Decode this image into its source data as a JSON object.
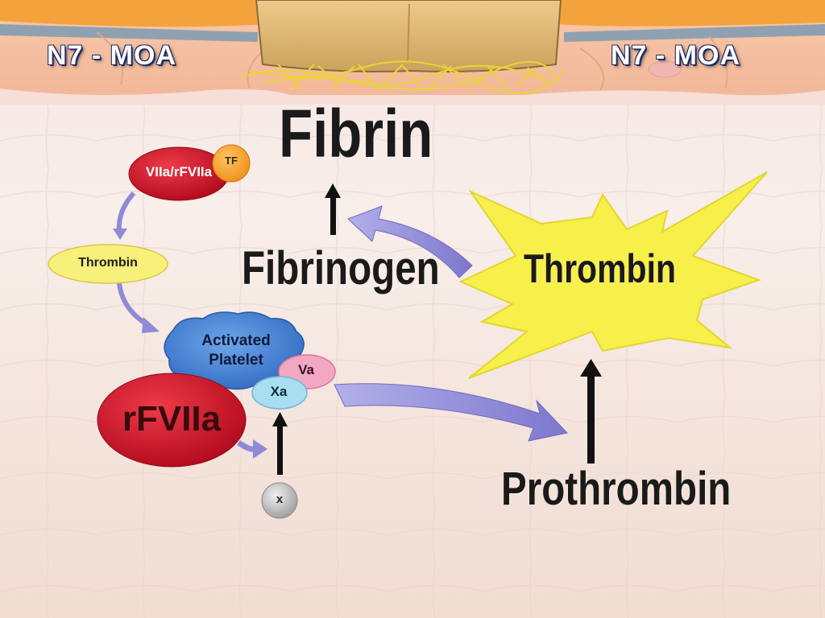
{
  "slide": {
    "title_left": "N7 - MOA",
    "title_right": "N7 - MOA"
  },
  "nodes": {
    "fibrin": "Fibrin",
    "fibrinogen": "Fibrinogen",
    "thrombin_burst": "Thrombin",
    "prothrombin": "Prothrombin",
    "complex": "VIIa/rFVIIa",
    "tf": "TF",
    "thrombin_small": "Thrombin",
    "activated_platelet_line1": "Activated",
    "activated_platelet_line2": "Platelet",
    "rfviia": "rFVIIa",
    "va": "Va",
    "xa": "Xa",
    "x": "x"
  },
  "colors": {
    "background": "#f6e6e2",
    "title_text": "#ffffff",
    "title_outline": "#1c2a66",
    "thrombin_burst": "#f7ef4a",
    "arrow_fill": "#8f8ad6",
    "rfviia_red": "#d9132a",
    "tf_orange": "#f6a327",
    "platelet_blue": "#3d7fd1",
    "va_pink": "#f2a8c2",
    "xa_cyan": "#a8def0",
    "thrombin_small_yellow": "#f7f07a",
    "x_gray": "#bdbdbd"
  }
}
